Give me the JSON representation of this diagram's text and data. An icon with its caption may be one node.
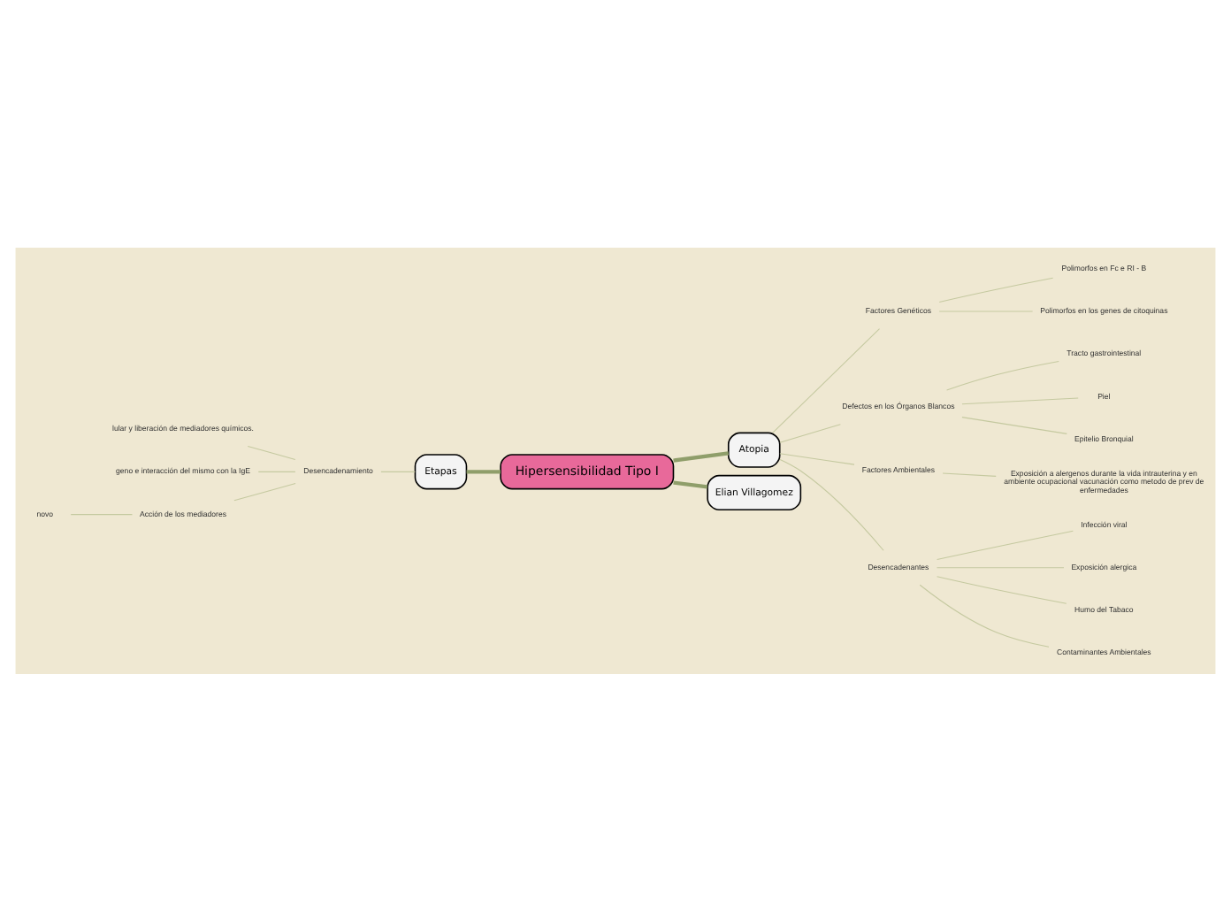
{
  "diagram": {
    "nodes": [
      {
        "text": [
          "Hipersensibilidad Tipo I"
        ]
      },
      {
        "text": [
          "Atopia"
        ]
      },
      {
        "text": [
          "Etapas"
        ]
      },
      {
        "text": [
          "Elian Villagomez"
        ]
      },
      {
        "text": [
          "Factores Genéticos"
        ]
      },
      {
        "text": [
          "Polimorfos en Fc e RI - B"
        ]
      },
      {
        "text": [
          "Polimorfos en los genes de citoquinas"
        ]
      },
      {
        "text": [
          "Defectos en los Órganos Blancos"
        ]
      },
      {
        "text": [
          "Tracto gastrointestinal"
        ]
      },
      {
        "text": [
          "Piel"
        ]
      },
      {
        "text": [
          "Epitelio Bronquial"
        ]
      },
      {
        "text": [
          "Factores Ambientales"
        ]
      },
      {
        "text": [
          "Exposición a alergenos durante la vida intrauterina y en ambiente ocupacional vacunación como metodo de prev de enfermedades"
        ]
      },
      {
        "text": [
          "Desencadenantes"
        ]
      },
      {
        "text": [
          "Infección viral"
        ]
      },
      {
        "text": [
          "Exposición alergica"
        ]
      },
      {
        "text": [
          "Humo del Tabaco"
        ]
      },
      {
        "text": [
          "Contaminantes Ambientales"
        ]
      },
      {
        "text": [
          "Desencadenamiento"
        ]
      },
      {
        "text": [
          "lular y liberación de mediadores químicos."
        ]
      },
      {
        "text": [
          "geno e interacción del mismo con la IgE"
        ]
      },
      {
        "text": [
          "Acción de los mediadores"
        ]
      },
      {
        "text": [
          "novo"
        ]
      }
    ],
    "edges": [
      {
        "from": 0,
        "to": 1,
        "arrow": "none",
        "style": "thick"
      },
      {
        "from": 0,
        "to": 2,
        "arrow": "none",
        "style": "thick"
      },
      {
        "from": 0,
        "to": 3,
        "arrow": "none",
        "style": "thick"
      },
      {
        "from": 1,
        "to": 4,
        "arrow": "none"
      },
      {
        "from": 4,
        "to": 5,
        "arrow": "none"
      },
      {
        "from": 4,
        "to": 6,
        "arrow": "none"
      },
      {
        "from": 1,
        "to": 7,
        "arrow": "none"
      },
      {
        "from": 7,
        "to": 8,
        "arrow": "none"
      },
      {
        "from": 7,
        "to": 9,
        "arrow": "none"
      },
      {
        "from": 7,
        "to": 10,
        "arrow": "none"
      },
      {
        "from": 1,
        "to": 11,
        "arrow": "none"
      },
      {
        "from": 11,
        "to": 12,
        "arrow": "none"
      },
      {
        "from": 1,
        "to": 13,
        "arrow": "none"
      },
      {
        "from": 13,
        "to": 14,
        "arrow": "none"
      },
      {
        "from": 13,
        "to": 15,
        "arrow": "none"
      },
      {
        "from": 13,
        "to": 16,
        "arrow": "none"
      },
      {
        "from": 13,
        "to": 17,
        "arrow": "none"
      },
      {
        "from": 2,
        "to": 18,
        "arrow": "none"
      },
      {
        "from": 18,
        "to": 19,
        "arrow": "none"
      },
      {
        "from": 18,
        "to": 20,
        "arrow": "none"
      },
      {
        "from": 18,
        "to": 21,
        "arrow": "none"
      },
      {
        "from": 21,
        "to": 22,
        "arrow": "none"
      }
    ]
  }
}
